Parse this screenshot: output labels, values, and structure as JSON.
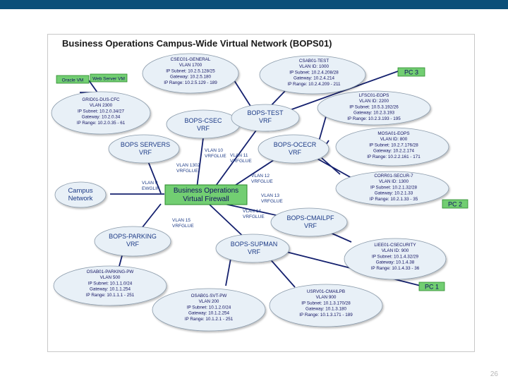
{
  "colors": {
    "top_bar": "#0b4f79",
    "background": "#ffffff",
    "cloud_fill": "#e8f0f7",
    "cloud_stroke": "#8a9aaa",
    "link": "#1c3a86",
    "tag_fill": "#72ce72",
    "tag_stroke": "#2a8a2a",
    "line": "#14206e"
  },
  "title": "Business Operations Campus-Wide Virtual Network (BOPS01)",
  "page_number": "26",
  "firewall": {
    "line1": "Business Operations",
    "line2": "Virtual Firewall"
  },
  "campus": {
    "line1": "Campus",
    "line2": "Network"
  },
  "tags": {
    "oracle": "Oracle VM",
    "web": "Web Server VM"
  },
  "pcs": [
    "PC 3",
    "PC 2",
    "PC 1"
  ],
  "vrfs": [
    {
      "line1": "BOPS-CSEC",
      "line2": "VRF"
    },
    {
      "line1": "BOPS-TEST",
      "line2": "VRF"
    },
    {
      "line1": "BOPS SERVERS",
      "line2": "VRF"
    },
    {
      "line1": "BOPS-OCECR",
      "line2": "VRF"
    },
    {
      "line1": "BOPS-PARKING",
      "line2": "VRF"
    },
    {
      "line1": "BOPS-SUPMAN",
      "line2": "VRF"
    },
    {
      "line1": "BOPS-CMAILPF",
      "line2": "VRF"
    }
  ],
  "link_labels": [
    {
      "line1": "VLAN 10",
      "line2": "VRFGLUE"
    },
    {
      "line1": "VLAN 11",
      "line2": "VRFGLUE"
    },
    {
      "line1": "VLAN 1302",
      "line2": "VRFGLUE"
    },
    {
      "line1": "VLAN 9",
      "line2": "EWGLIF"
    },
    {
      "line1": "VLAN 12",
      "line2": "VRFGLUE"
    },
    {
      "line1": "VLAN 13",
      "line2": "VRFGLUE"
    },
    {
      "line1": "VLAN 14",
      "line2": "VRFGLUE"
    },
    {
      "line1": "VLAN 15",
      "line2": "VRFGLUE"
    }
  ],
  "subnets": [
    {
      "lines": [
        "CSEC01-GENERAL",
        "VLAN 1700",
        "IP Subnet: 10.2.5.128/25",
        "Gateway: 10.2.5.180",
        "IP Range: 10.2.5.129 - 189"
      ]
    },
    {
      "lines": [
        "CSAB01-TEST",
        "VLAN ID: 1000",
        "IP Subnet: 10.2.4.208/28",
        "Gateway: 10.2.4.214",
        "IP Range: 10.2.4.209 - 211"
      ]
    },
    {
      "lines": [
        "GRID01-DUS-CFC",
        "VLAN 2300",
        "IP Subnet: 10.2.0.34/27",
        "Gateway: 10.2.0.34",
        "IP Range: 10.2.0.35 - 61"
      ]
    },
    {
      "lines": [
        "LFSC01-EOPS",
        "VLAN ID: 2200",
        "IP Subnet: 10.5.3.192/26",
        "Gateway: 10.2.3.193",
        "IP Range: 10.2.3.193 - 195"
      ]
    },
    {
      "lines": [
        "MOSA01-EOPS",
        "VLAN ID: 800",
        "IP Subnet: 10.2.7.176/28",
        "Gateway: 10.2.2.174",
        "IP Range: 10.2.2.161 - 171"
      ]
    },
    {
      "lines": [
        "CORR01-SECUR-7",
        "VLAN ID: 1300",
        "IP Subnet: 10.2.1.32/28",
        "Gateway: 10.2.1.33",
        "IP Range: 10.2.1.33 - 35"
      ]
    },
    {
      "lines": [
        "LIEE01-CSECURITY",
        "VLAN ID: 900",
        "IP Subnet: 10.1.4.32/29",
        "Gateway: 10.1.4.38",
        "IP Range: 10.1.4.33 - 36"
      ]
    },
    {
      "lines": [
        "OSAB01-PARKING-PW",
        "VLAN 500",
        "IP Subnet: 10.1.1.0/24",
        "Gateway: 10.1.1.254",
        "IP Range: 10.1.1.1 - 251"
      ]
    },
    {
      "lines": [
        "OSAB01-SVT-PW",
        "VLAN 200",
        "IP Subnet: 10.1.2.0/24",
        "Gateway: 10.1.2.254",
        "IP Range: 10.1.2.1 - 251"
      ]
    },
    {
      "lines": [
        "USRV01-CMAILPB",
        "VLAN 900",
        "IP Subnet: 10.1.3.170/28",
        "Gateway: 10.1.3.180",
        "IP Range: 10.1.3.171 - 189"
      ]
    }
  ]
}
